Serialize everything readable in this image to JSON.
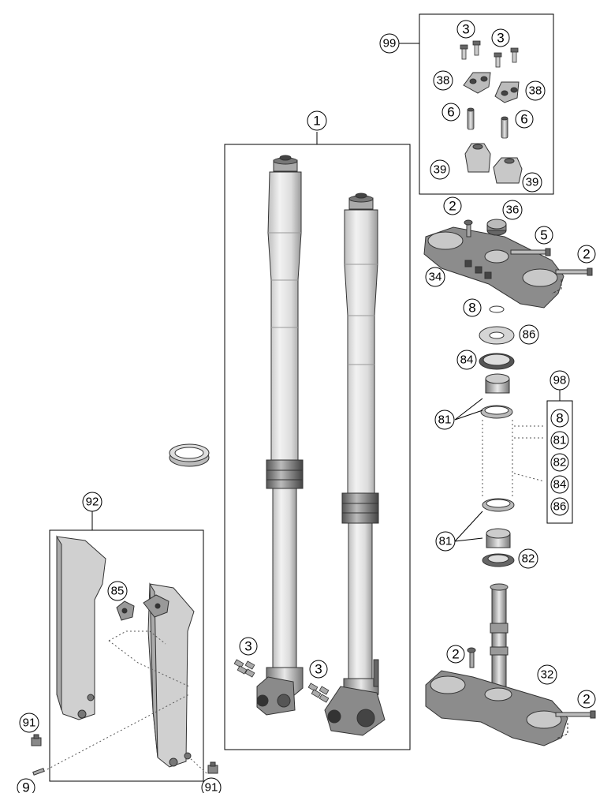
{
  "callouts": {
    "fork_assembly": "1",
    "top_screws_left": "3",
    "top_screws_right": "3",
    "clamp_left": "38",
    "clamp_right": "38",
    "screw_6_left": "6",
    "screw_6_right": "6",
    "bar_mount_left": "39",
    "bar_mount_right": "39",
    "kit_99": "99",
    "screw_upper_crown": "2",
    "cap_36": "36",
    "screw_5": "5",
    "screw_2_right_top": "2",
    "upper_triple_clamp": "34",
    "oring_8": "8",
    "ring_86": "86",
    "seal_84": "84",
    "bearing_81_upper": "81",
    "bearing_81_lower": "81",
    "bearing_82": "82",
    "kit_98": "98",
    "kit_98_items": [
      "8",
      "81",
      "82",
      "84",
      "86"
    ],
    "lower_screw_2_left": "2",
    "lower_triple_clamp": "32",
    "lower_screw_2_right": "2",
    "axle_screws_left": "3",
    "axle_screws_right": "3",
    "guard_kit_92": "92",
    "bracket_85": "85",
    "bolt_91_left": "91",
    "bolt_91_bottom": "91",
    "bolt_9": "9"
  }
}
